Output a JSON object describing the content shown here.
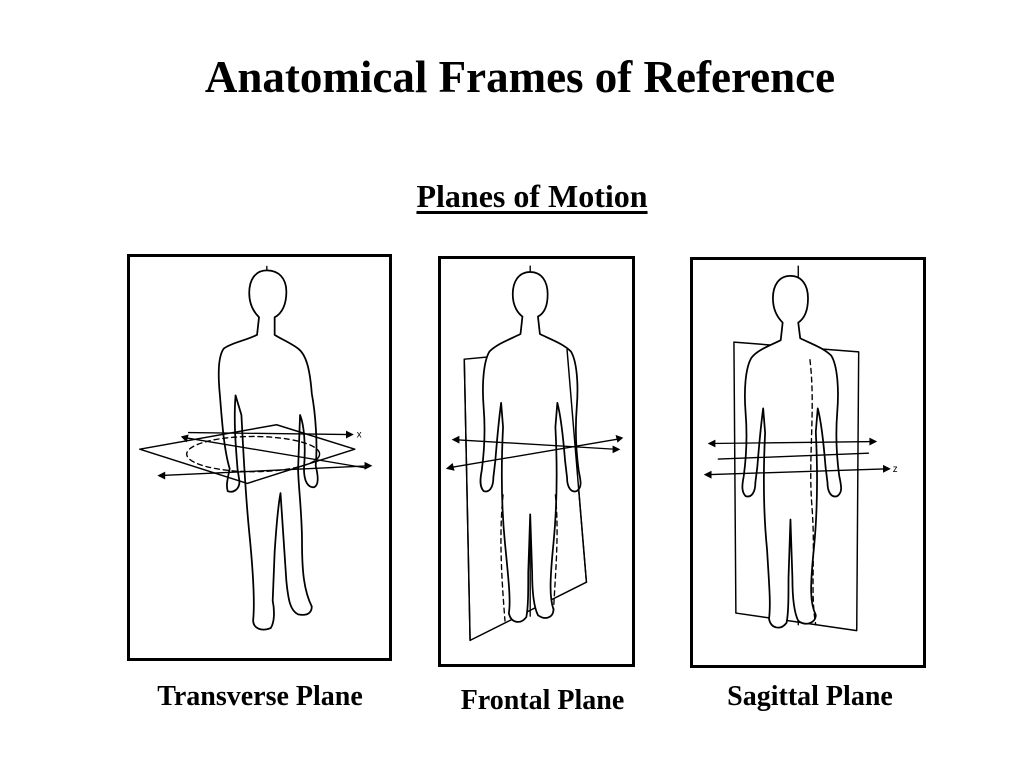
{
  "slide": {
    "title": "Anatomical Frames of Reference",
    "subtitle": "Planes of Motion"
  },
  "figures": [
    {
      "id": "transverse",
      "caption": "Transverse Plane",
      "axis_label": "x"
    },
    {
      "id": "frontal",
      "caption": "Frontal Plane"
    },
    {
      "id": "sagittal",
      "caption": "Sagittal Plane",
      "axis_label": "z"
    }
  ]
}
